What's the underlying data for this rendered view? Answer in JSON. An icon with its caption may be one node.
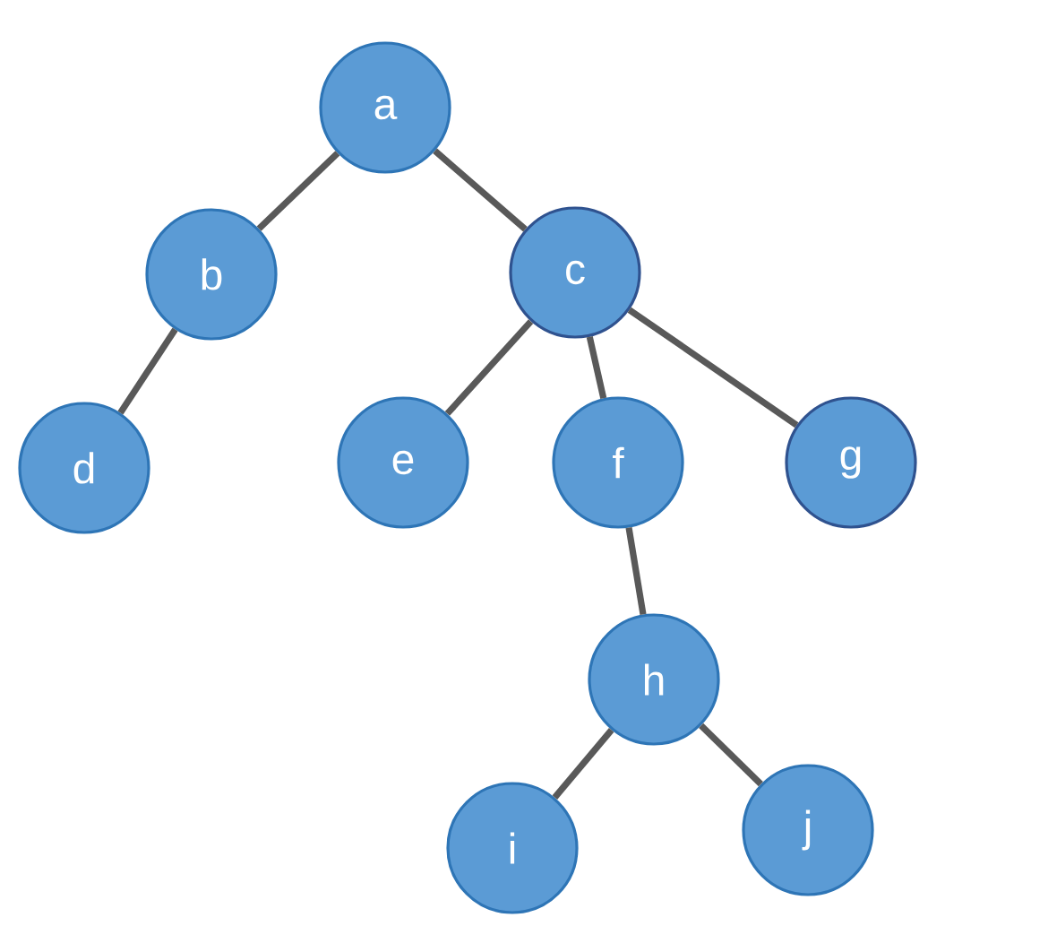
{
  "diagram": {
    "nodes": [
      {
        "text": [
          "a"
        ]
      },
      {
        "text": [
          "b"
        ]
      },
      {
        "text": [
          "c"
        ]
      },
      {
        "text": [
          "d"
        ]
      },
      {
        "text": [
          "e"
        ]
      },
      {
        "text": [
          "f"
        ]
      },
      {
        "text": [
          "g"
        ]
      },
      {
        "text": [
          "h"
        ]
      },
      {
        "text": [
          "i"
        ]
      },
      {
        "text": [
          "j"
        ]
      }
    ],
    "edges": [
      {
        "from": 0,
        "to": 1,
        "arrow": "none"
      },
      {
        "from": 0,
        "to": 2,
        "arrow": "none"
      },
      {
        "from": 1,
        "to": 3,
        "arrow": "none"
      },
      {
        "from": 2,
        "to": 4,
        "arrow": "none"
      },
      {
        "from": 2,
        "to": 5,
        "arrow": "none"
      },
      {
        "from": 2,
        "to": 6,
        "arrow": "none"
      },
      {
        "from": 5,
        "to": 7,
        "arrow": "none"
      },
      {
        "from": 7,
        "to": 8,
        "arrow": "none"
      },
      {
        "from": 7,
        "to": 9,
        "arrow": "none"
      }
    ]
  }
}
